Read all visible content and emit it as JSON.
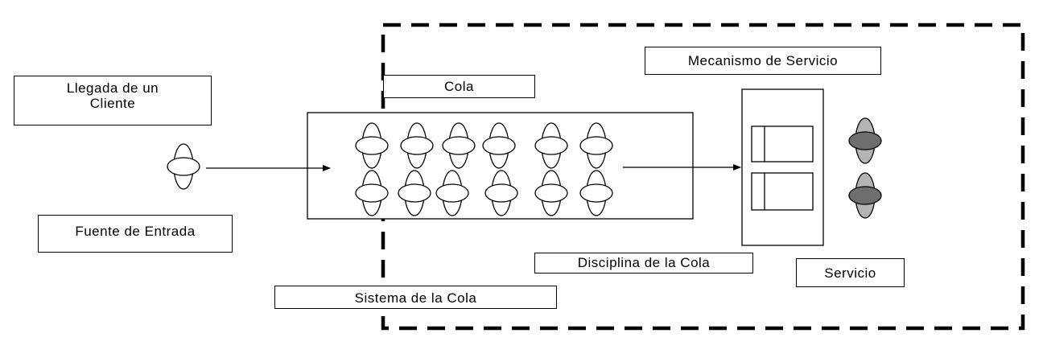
{
  "labels": {
    "llegada": "Llegada de un\nCliente",
    "fuente": "Fuente de Entrada",
    "cola": "Cola",
    "mecanismo": "Mecanismo de Servicio",
    "disciplina": "Disciplina de la Cola",
    "servicio": "Servicio",
    "sistema": "Sistema de la Cola"
  },
  "queue": {
    "rows": 2,
    "customers_per_row": 6
  },
  "servers": {
    "count": 2,
    "customers_in_service": 2
  },
  "colors": {
    "line": "#000000",
    "background": "#ffffff",
    "customer": "#ffffff",
    "served_outer": "#b4b4b4",
    "served_inner": "#6e6e6e"
  }
}
